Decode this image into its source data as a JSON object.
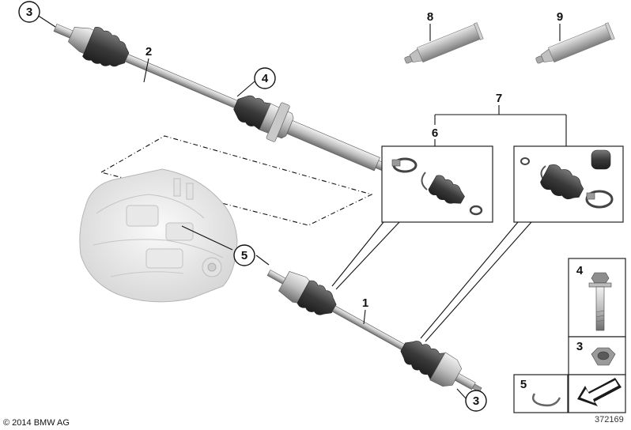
{
  "callouts": {
    "c3_top": "3",
    "c2": "2",
    "c4": "4",
    "c8": "8",
    "c9": "9",
    "c7": "7",
    "c6": "6",
    "c5": "5",
    "c1": "1",
    "c3_bottom": "3"
  },
  "legend": {
    "item4": "4",
    "item3": "3",
    "item5": "5"
  },
  "copyright": "© 2014 BMW AG",
  "doc_number": "372169",
  "colors": {
    "metal_light": "#d9d9d9",
    "metal_mid": "#a8a8a8",
    "metal_dark": "#555555",
    "boot": "#3a3a3a",
    "housing": "#efefef"
  }
}
